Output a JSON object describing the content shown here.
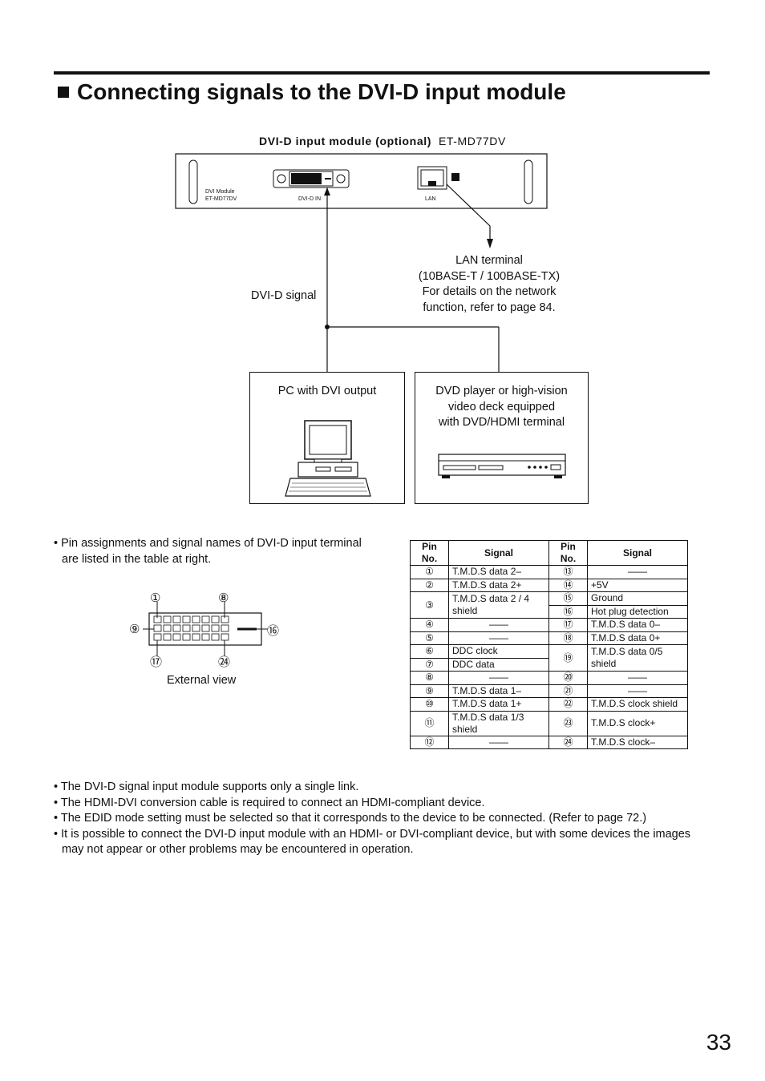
{
  "title": "Connecting signals to the DVI-D input module",
  "module_caption": {
    "bold": "DVI-D input module (optional)",
    "model": "ET-MD77DV"
  },
  "module_panel": {
    "name_line1": "DVI Module",
    "name_line2": "ET-MD77DV",
    "dvi_label": "DVI-D IN",
    "lan_label": "LAN"
  },
  "lan_text": [
    "LAN terminal",
    "(10BASE-T / 100BASE-TX)",
    "For details on the network",
    "function, refer to page 84."
  ],
  "dvi_signal_label": "DVI-D signal",
  "pc_box": {
    "caption": "PC with DVI output"
  },
  "dvd_box": {
    "caption_lines": [
      "DVD player or high-vision",
      "video deck equipped",
      "with DVD/HDMI terminal"
    ]
  },
  "pin_note": "• Pin assignments and signal names of DVI-D input terminal are listed in the table at right.",
  "connector_labels": {
    "p1": "①",
    "p8": "⑧",
    "p9": "⑨",
    "p16": "⑯",
    "p17": "⑰",
    "p24": "㉔",
    "external_view": "External view"
  },
  "table": {
    "headers": [
      "Pin No.",
      "Signal",
      "Pin No.",
      "Signal"
    ],
    "left": [
      {
        "pin": "①",
        "signal": "T.M.D.S data 2–"
      },
      {
        "pin": "②",
        "signal": "T.M.D.S data 2+"
      },
      {
        "pin": "③",
        "signal": "T.M.D.S data 2 / 4 shield"
      },
      {
        "pin": "④",
        "signal": "——"
      },
      {
        "pin": "⑤",
        "signal": "——"
      },
      {
        "pin": "⑥",
        "signal": "DDC clock"
      },
      {
        "pin": "⑦",
        "signal": "DDC data"
      },
      {
        "pin": "⑧",
        "signal": "——"
      },
      {
        "pin": "⑨",
        "signal": "T.M.D.S data 1–"
      },
      {
        "pin": "⑩",
        "signal": "T.M.D.S data 1+"
      },
      {
        "pin": "⑪",
        "signal": "T.M.D.S data 1/3 shield"
      },
      {
        "pin": "⑫",
        "signal": "——"
      }
    ],
    "right": [
      {
        "pin": "⑬",
        "signal": "——"
      },
      {
        "pin": "⑭",
        "signal": "+5V"
      },
      {
        "pin": "⑮",
        "signal": "Ground"
      },
      {
        "pin": "⑯",
        "signal": "Hot plug detection"
      },
      {
        "pin": "⑰",
        "signal": "T.M.D.S data 0–"
      },
      {
        "pin": "⑱",
        "signal": "T.M.D.S data 0+"
      },
      {
        "pin": "⑲",
        "signal": "T.M.D.S data 0/5 shield"
      },
      {
        "pin": "⑳",
        "signal": "——"
      },
      {
        "pin": "㉑",
        "signal": "——"
      },
      {
        "pin": "㉒",
        "signal": "T.M.D.S clock shield"
      },
      {
        "pin": "㉓",
        "signal": "T.M.D.S clock+"
      },
      {
        "pin": "㉔",
        "signal": "T.M.D.S clock–"
      }
    ]
  },
  "bullets": [
    "• The DVI-D signal input module supports only a single link.",
    "• The HDMI-DVI conversion cable is required to connect an HDMI-compliant device.",
    "• The EDID mode setting must be selected so that it corresponds to the device to be connected. (Refer to page 72.)",
    "• It is possible to connect the DVI-D input module with an HDMI- or DVI-compliant device, but with some devices the images may not appear or other problems may be encountered in operation."
  ],
  "page_number": "33"
}
